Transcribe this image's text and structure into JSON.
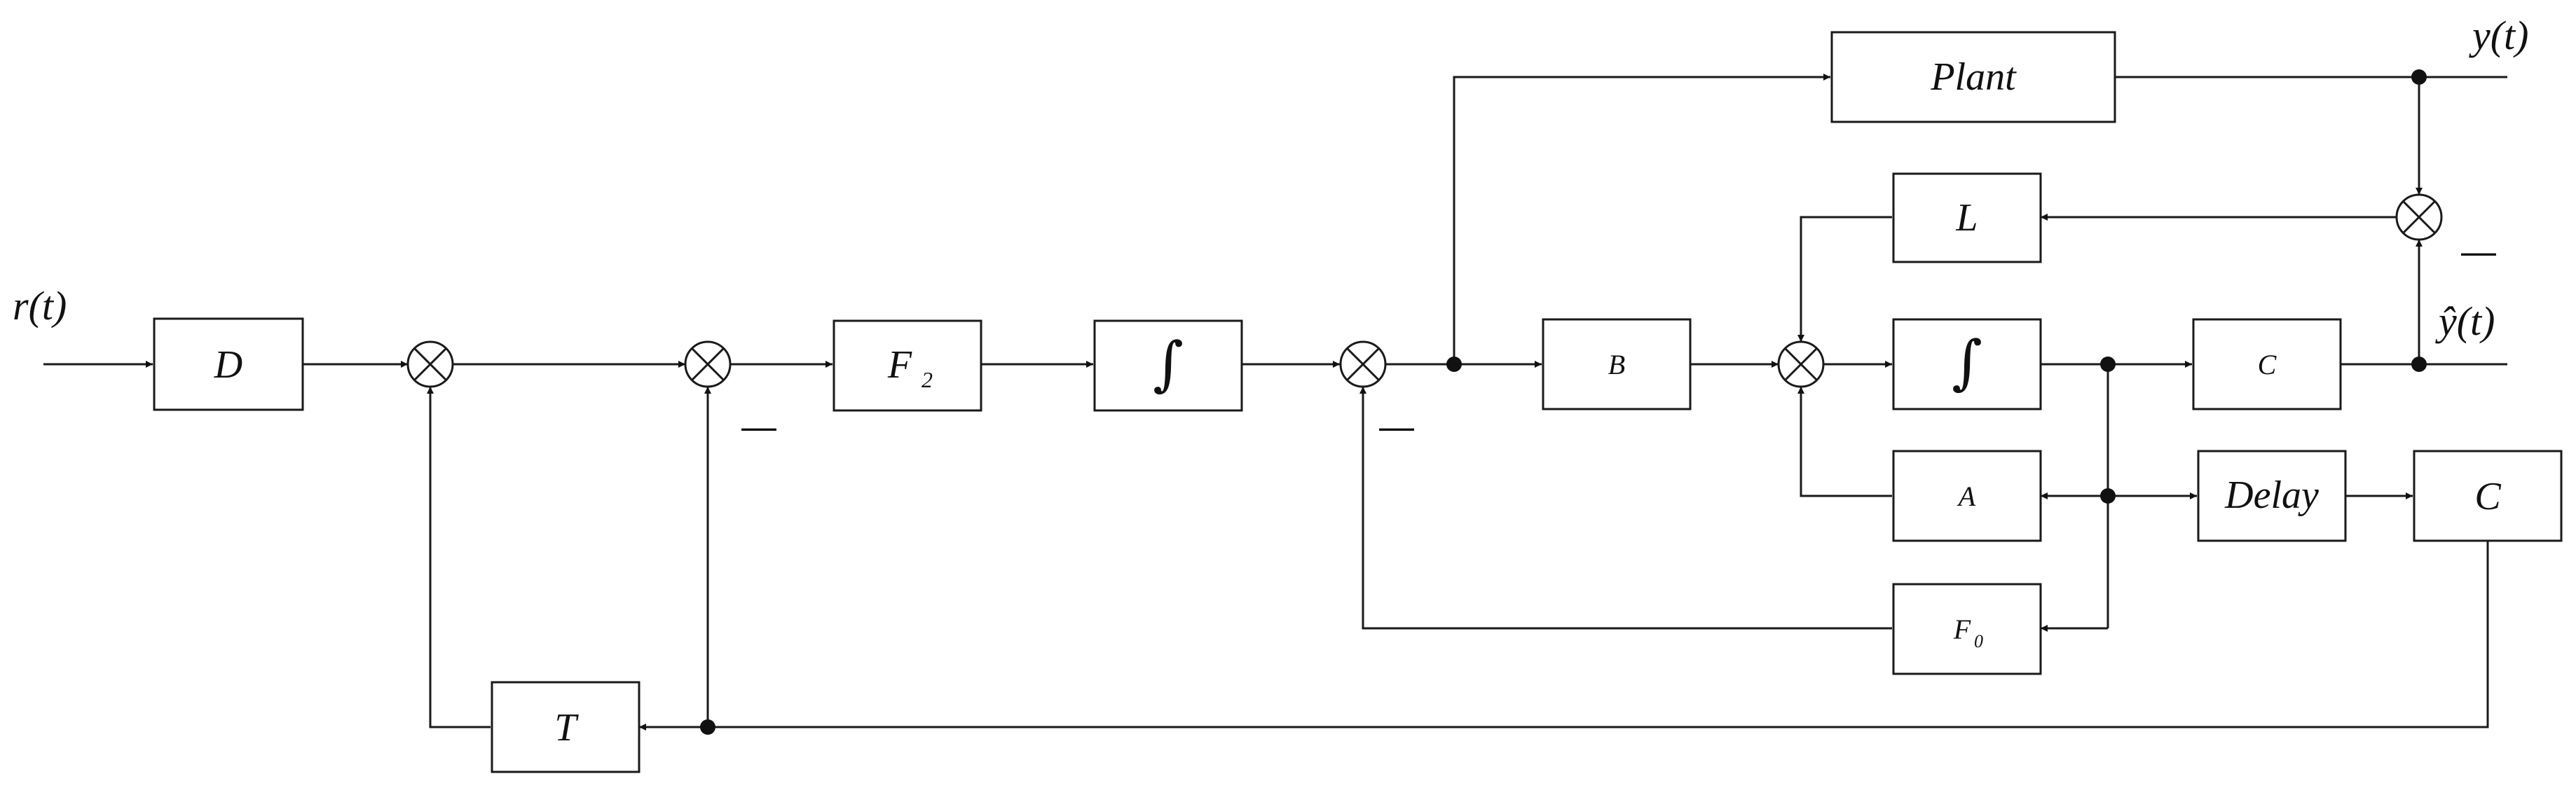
{
  "signals": {
    "input": "r(t)",
    "output": "y(t)",
    "estimate": "ŷ(t)"
  },
  "blocks": {
    "D": "D",
    "F2": "F",
    "F2_sub": "2",
    "int1": "∫",
    "plant": "Plant",
    "L": "L",
    "B": "B",
    "int2": "∫",
    "C_obs": "C",
    "A": "A",
    "delay": "Delay",
    "C_delay": "C",
    "F0": "F",
    "F0_sub": "0",
    "T": "T"
  },
  "signs": {
    "sum2_minus": "—",
    "sum3_minus": "—",
    "sum_err_minus": "—"
  },
  "colors": {
    "line": "#1a1a1a",
    "background": "#ffffff"
  }
}
